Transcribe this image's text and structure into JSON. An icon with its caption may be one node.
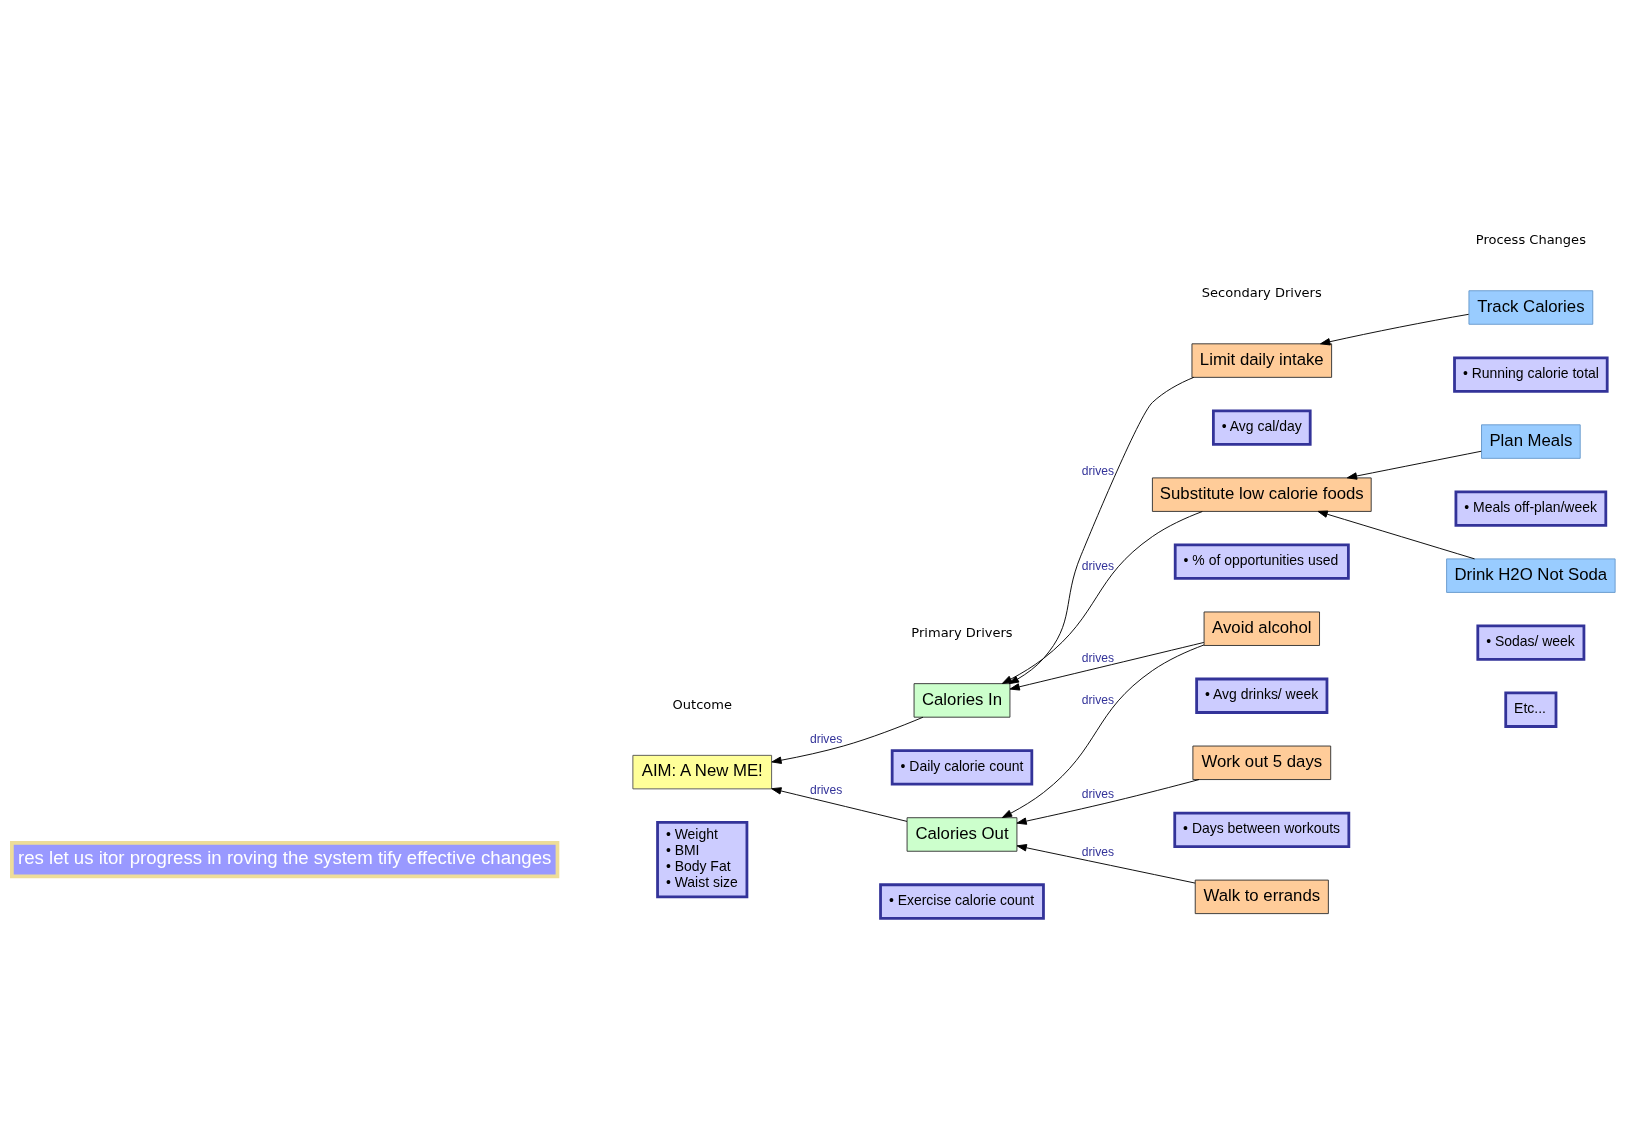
{
  "diagram": {
    "nodes": [
      {
        "text": [
          "AIM: A New ME!"
        ]
      },
      {
        "text": [
          "• Weight",
          "• BMI",
          "• Body Fat",
          "• Waist size"
        ]
      },
      {
        "text": [
          "Calories In"
        ]
      },
      {
        "text": [
          "• Daily calorie count"
        ]
      },
      {
        "text": [
          "Calories Out"
        ]
      },
      {
        "text": [
          "• Exercise calorie count"
        ]
      },
      {
        "text": [
          "Limit daily intake"
        ]
      },
      {
        "text": [
          "• Avg cal/day"
        ]
      },
      {
        "text": [
          "Substitute low calorie foods"
        ]
      },
      {
        "text": [
          "• % of opportunities used"
        ]
      },
      {
        "text": [
          "Avoid alcohol"
        ]
      },
      {
        "text": [
          "• Avg drinks/ week"
        ]
      },
      {
        "text": [
          "Work out 5 days"
        ]
      },
      {
        "text": [
          "• Days between workouts"
        ]
      },
      {
        "text": [
          "Walk to errands"
        ]
      },
      {
        "text": [
          "Track Calories"
        ]
      },
      {
        "text": [
          "• Running calorie total"
        ]
      },
      {
        "text": [
          "Plan Meals"
        ]
      },
      {
        "text": [
          "• Meals off-plan/week"
        ]
      },
      {
        "text": [
          "Drink H2O Not Soda"
        ]
      },
      {
        "text": [
          "• Sodas/ week"
        ]
      },
      {
        "text": [
          "Etc..."
        ]
      },
      {
        "text": [
          "res let us itor progress in roving the system tify effective changes"
        ]
      }
    ],
    "edges": [
      {
        "from": 2,
        "to": 0,
        "arrow": "to",
        "label": "drives"
      },
      {
        "from": 4,
        "to": 0,
        "arrow": "to",
        "label": "drives"
      },
      {
        "from": 6,
        "to": 2,
        "arrow": "to",
        "label": "drives"
      },
      {
        "from": 8,
        "to": 2,
        "arrow": "to",
        "label": "drives"
      },
      {
        "from": 10,
        "to": 2,
        "arrow": "to",
        "label": "drives"
      },
      {
        "from": 10,
        "to": 4,
        "arrow": "to",
        "label": "drives"
      },
      {
        "from": 12,
        "to": 4,
        "arrow": "to",
        "label": "drives"
      },
      {
        "from": 14,
        "to": 4,
        "arrow": "to",
        "label": "drives"
      },
      {
        "from": 15,
        "to": 6,
        "arrow": "to"
      },
      {
        "from": 17,
        "to": 8,
        "arrow": "to"
      },
      {
        "from": 19,
        "to": 8,
        "arrow": "to"
      }
    ],
    "labels": [
      "Secondary Drivers",
      "Outcome",
      "Primary Drivers",
      "Process Changes"
    ]
  }
}
